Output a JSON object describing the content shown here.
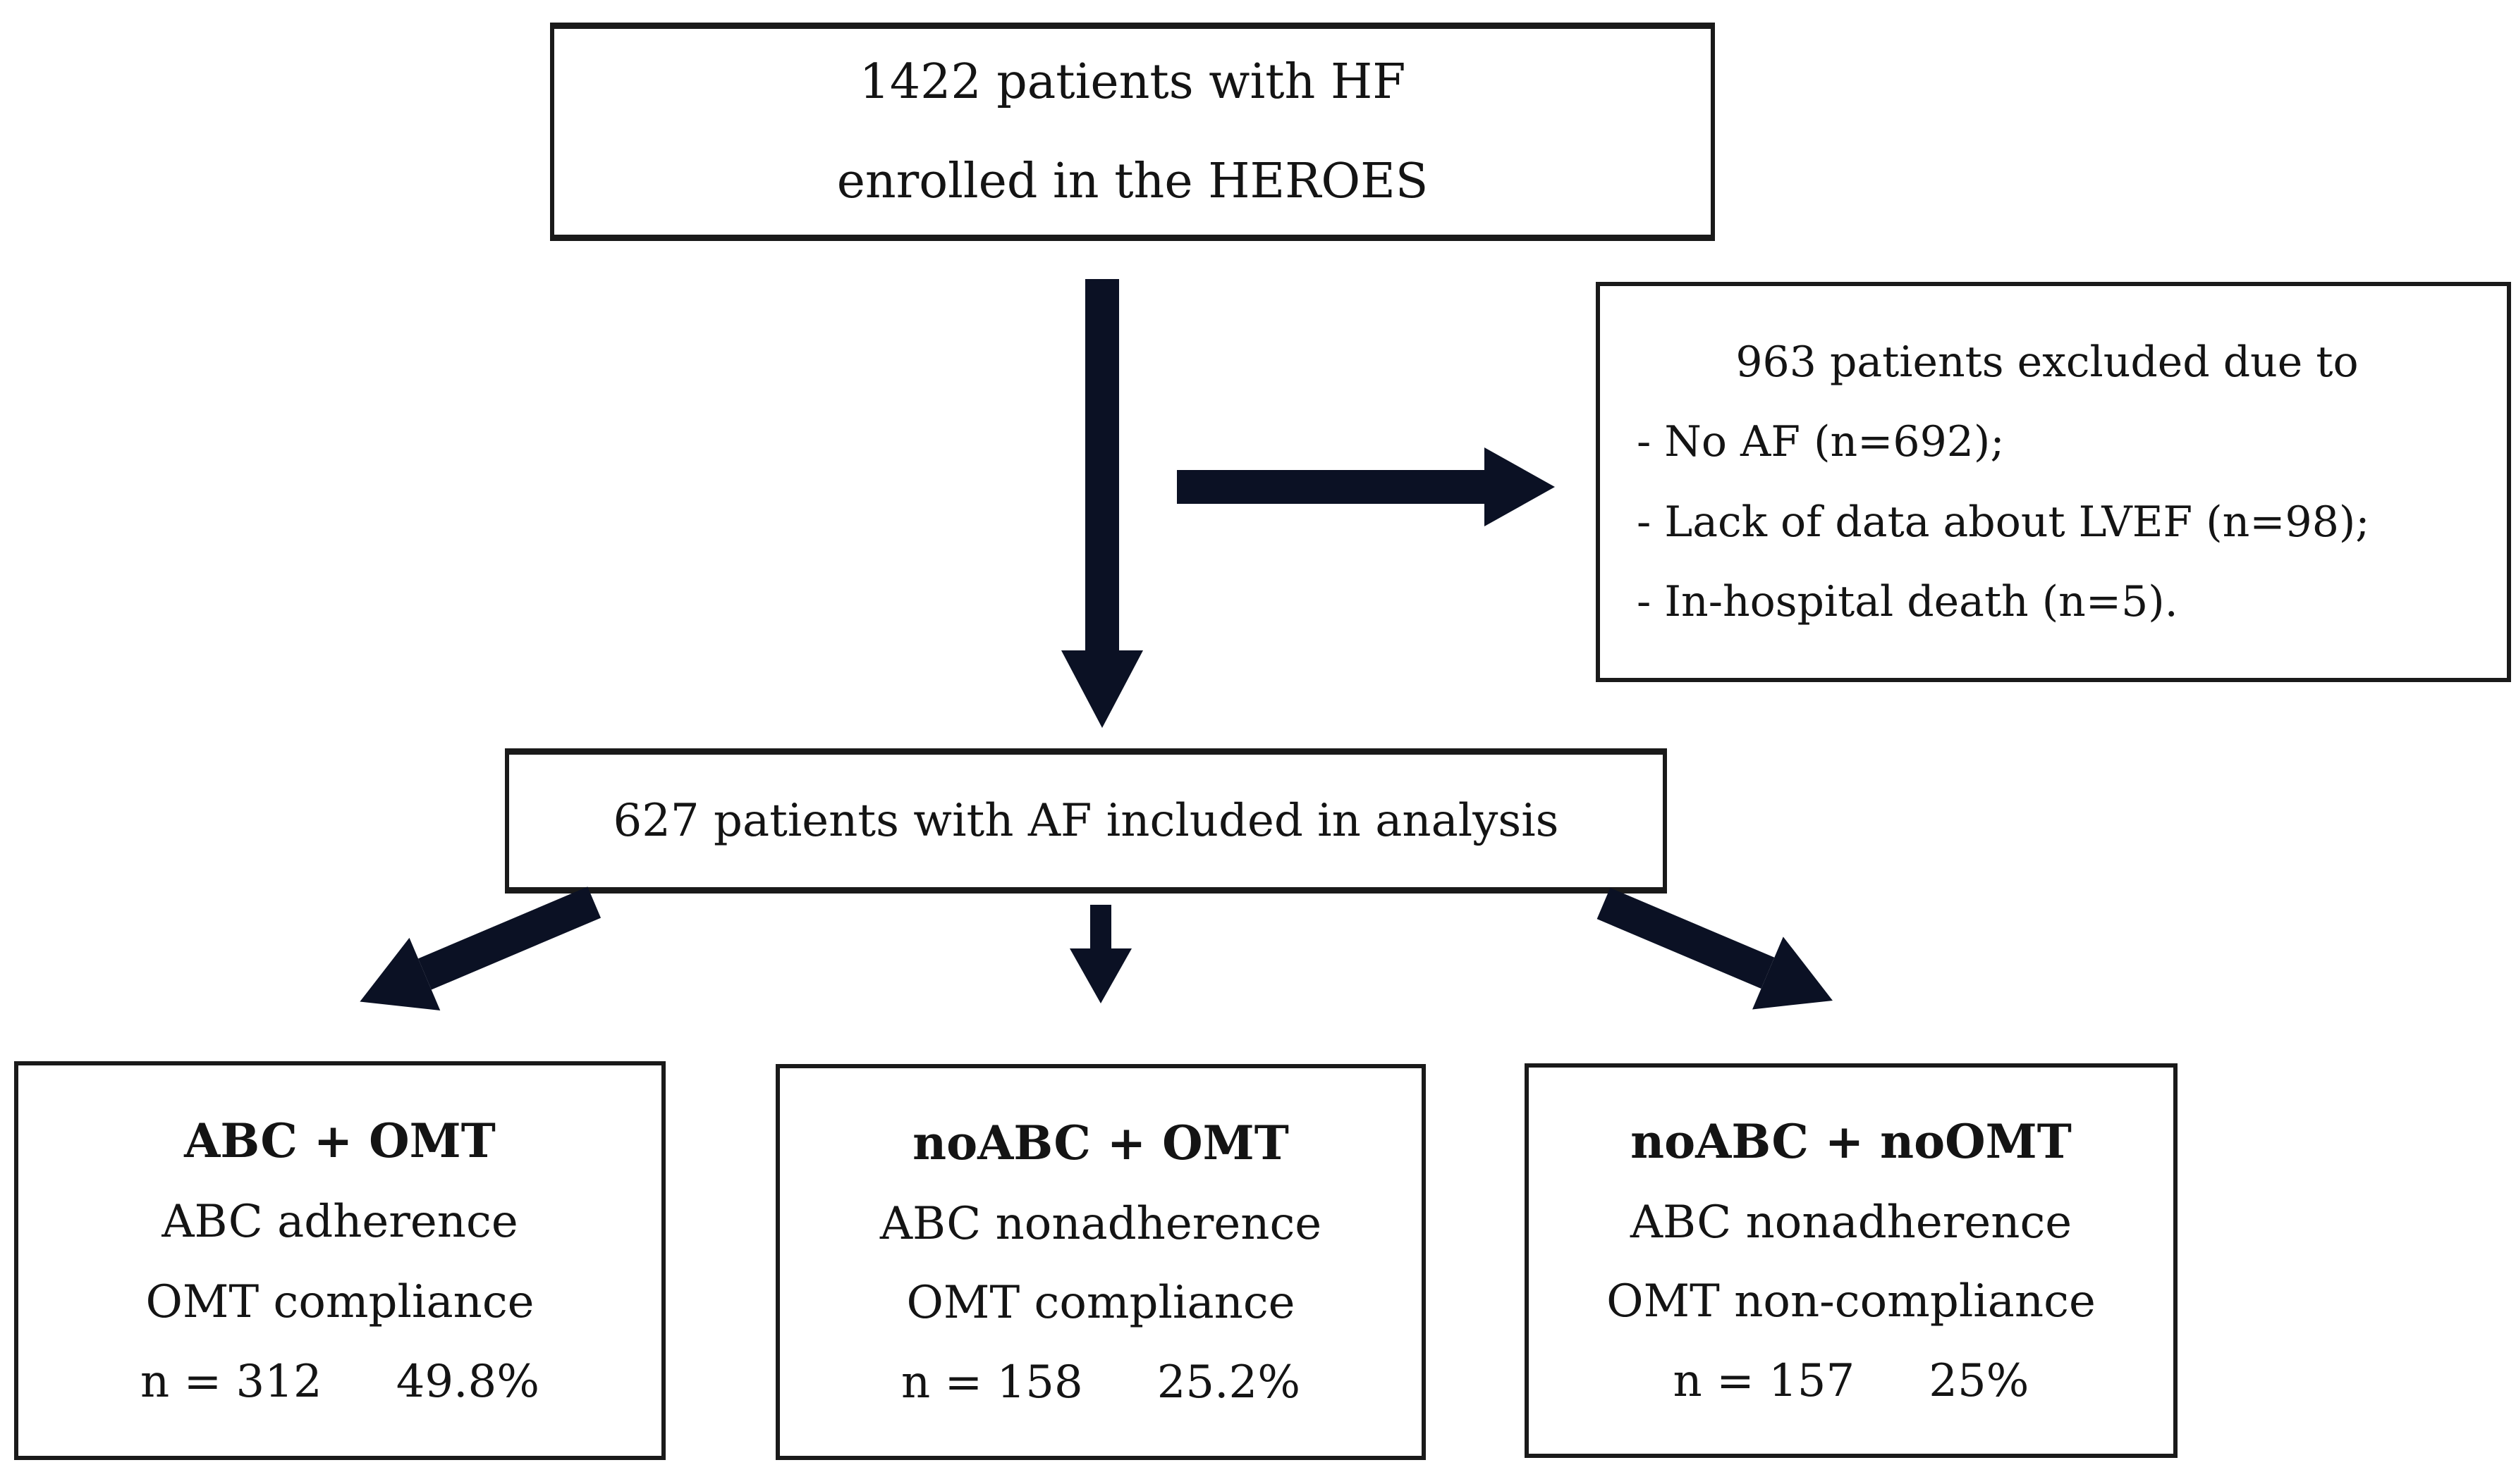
{
  "figure": {
    "type": "patient-flow-diagram",
    "background_color": "#ffffff",
    "box_border_color": "#1a1a1a",
    "arrow_color": "#0b1124",
    "text_color": "#141414"
  },
  "boxes": {
    "enrolled": {
      "lines": [
        "1422 patients with HF",
        "enrolled in the HEROES"
      ]
    },
    "excluded": {
      "header": "963 patients excluded due to",
      "bullets": [
        "- No AF (n=692);",
        "- Lack of data about LVEF (n=98);",
        "- In-hospital death (n=5)."
      ]
    },
    "included": {
      "text": "627 patients with AF included in analysis"
    },
    "groups": [
      {
        "title": "ABC + OMT",
        "line1": "ABC adherence",
        "line2": "OMT compliance",
        "n": "n = 312",
        "pct": "49.8%"
      },
      {
        "title": "noABC + OMT",
        "line1": "ABC nonadherence",
        "line2": "OMT compliance",
        "n": "n = 158",
        "pct": "25.2%"
      },
      {
        "title": "noABC + noOMT",
        "line1": "ABC nonadherence",
        "line2": "OMT non-compliance",
        "n": "n = 157",
        "pct": "25%"
      }
    ]
  },
  "arrows": [
    {
      "from": "enrolled",
      "to": "included",
      "direction": "down"
    },
    {
      "from": "main-flow",
      "to": "excluded",
      "direction": "right"
    },
    {
      "from": "included",
      "to": "group-abc-omt",
      "direction": "down-left"
    },
    {
      "from": "included",
      "to": "group-noabc-omt",
      "direction": "down"
    },
    {
      "from": "included",
      "to": "group-noabc-noomt",
      "direction": "down-right"
    }
  ]
}
